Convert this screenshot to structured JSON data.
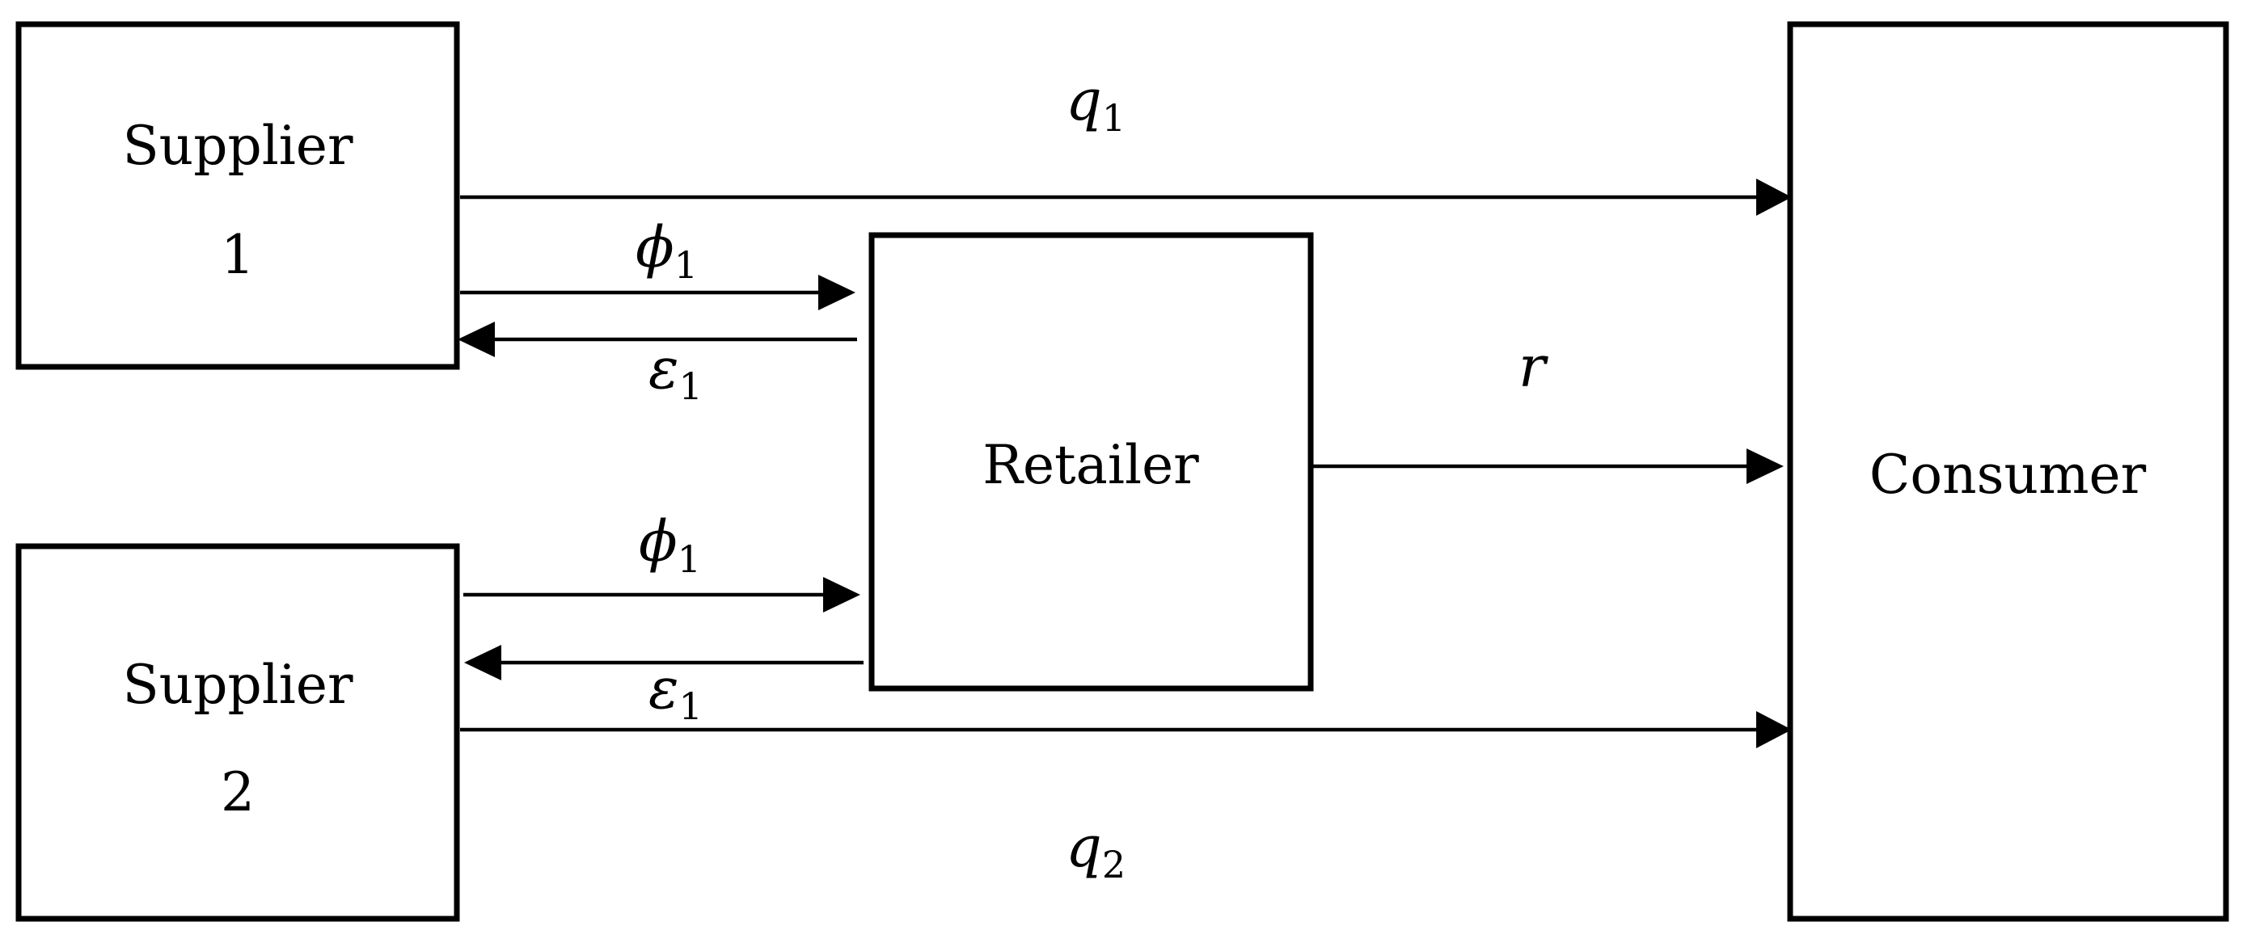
{
  "nodes": {
    "supplier1": {
      "line1": "Supplier",
      "line2": "1"
    },
    "supplier2": {
      "line1": "Supplier",
      "line2": "2"
    },
    "retailer": {
      "label": "Retailer"
    },
    "consumer": {
      "label": "Consumer"
    }
  },
  "flows": {
    "q1": {
      "symbol": "q",
      "subscript": "1"
    },
    "q2": {
      "symbol": "q",
      "subscript": "2"
    },
    "r": {
      "symbol": "r"
    },
    "phi_top": {
      "symbol": "ϕ",
      "subscript": "1"
    },
    "eps_top": {
      "symbol": "ε",
      "subscript": "1"
    },
    "phi_bottom": {
      "symbol": "ϕ",
      "subscript": "1"
    },
    "eps_bottom": {
      "symbol": "ε",
      "subscript": "1"
    }
  },
  "colors": {
    "stroke": "#000000",
    "background": "#ffffff"
  }
}
